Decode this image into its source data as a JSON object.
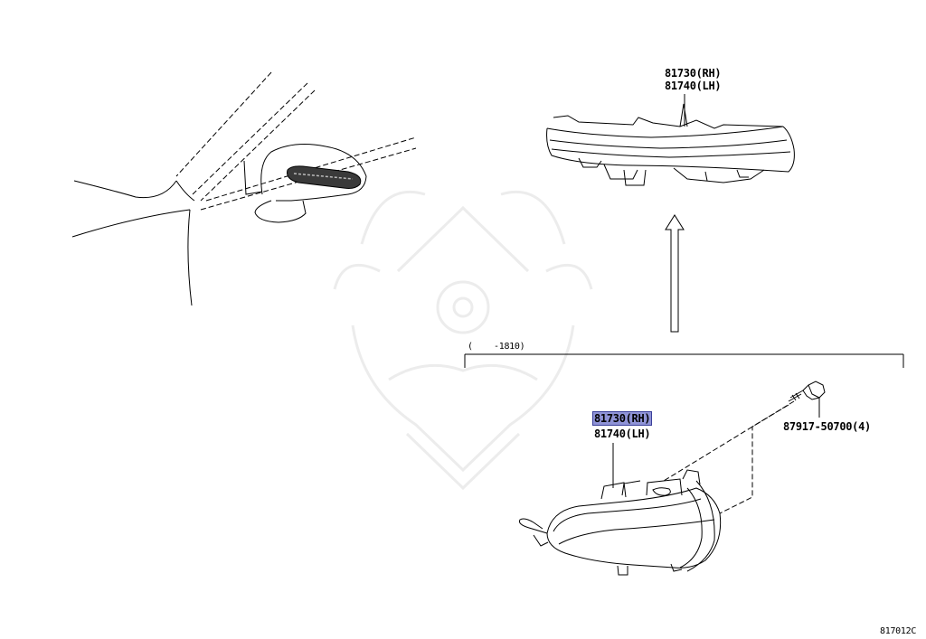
{
  "labels": {
    "top_rh": "81730(RH)",
    "top_lh": "81740(LH)",
    "range_open": "(",
    "range_value": "-1810)",
    "mid_rh": "81730(RH)",
    "mid_lh": "81740(LH)",
    "screw": "87917-50700(4)",
    "diagram_code": "817012C"
  },
  "colors": {
    "highlight": "#8f93d6",
    "line": "#000000"
  }
}
